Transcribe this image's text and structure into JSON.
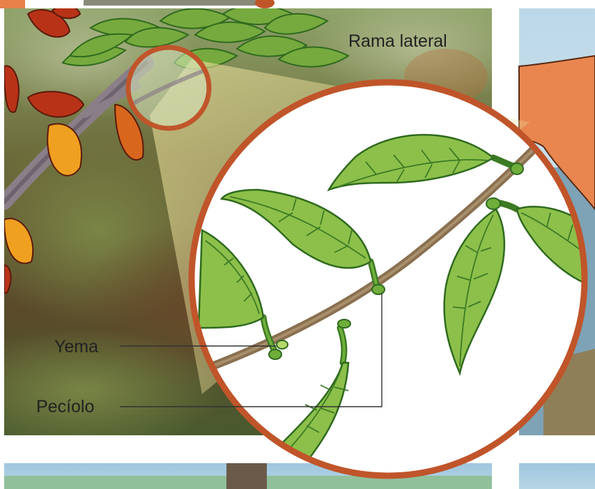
{
  "labels": {
    "side_branch": "Rama lateral",
    "bud": "Yema",
    "petiole": "Pecíolo"
  },
  "colors": {
    "magnifier_ring": "#c0552a",
    "branch": "#8a7050",
    "leaf": "#8cc04a",
    "leaf_outline": "#2f6a1e",
    "pod_red": "#b83218",
    "pod_orange": "#d8661c",
    "pod_yellow": "#f0a020",
    "callout_line": "#333333"
  },
  "icons": [
    "magnifier-circle",
    "leaf",
    "cacao-pod"
  ]
}
